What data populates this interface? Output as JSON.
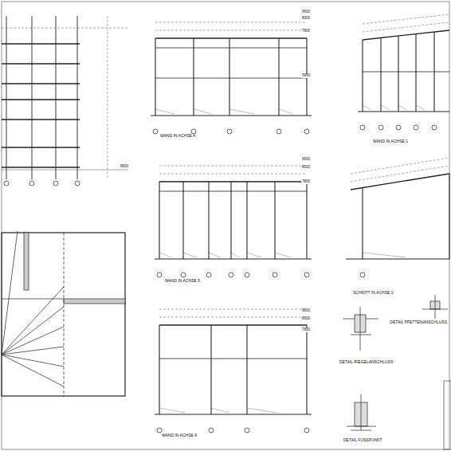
{
  "diagram": {
    "labels": [
      "9600",
      "8000",
      "7800",
      "5800",
      "8600",
      "WAND IN ACHSE A",
      "WAND IN ACHSE 1",
      "9600",
      "8000",
      "7800",
      "WAND IN ACHSE 5",
      "SCHNITT IN ACHSE 2",
      "9600",
      "8000",
      "7800",
      "WAND IN ACHSE 6",
      "DETAIL RIEGELANSCHLUSS",
      "DETAIL PFETTENANSCHLUSS",
      "DETAIL FUSSPUNKT"
    ]
  }
}
